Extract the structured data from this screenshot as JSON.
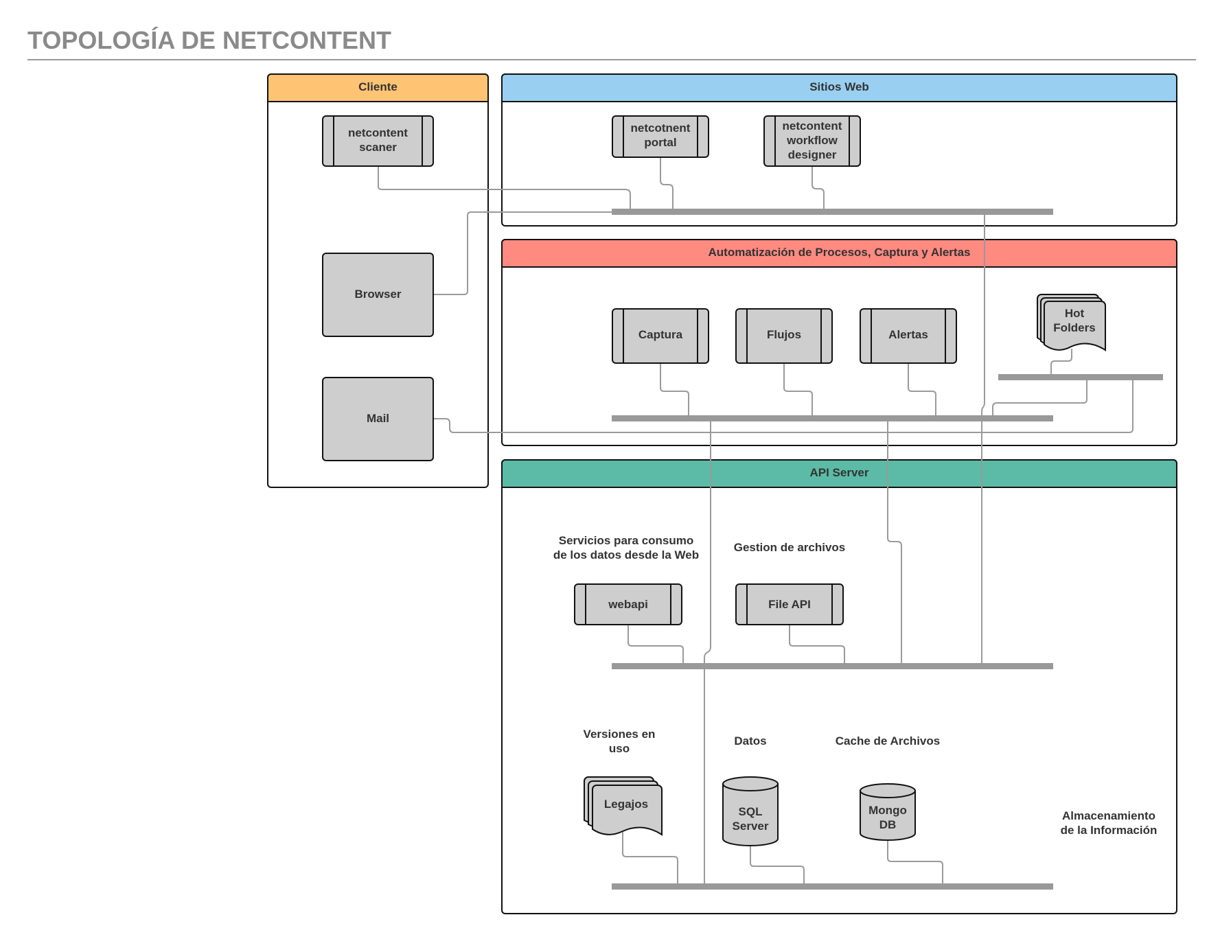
{
  "title": "TOPOLOGÍA DE NETCONTENT",
  "colors": {
    "cliente": "#FFC374",
    "sitios_web": "#99D0F2",
    "automatizacion": "#FF8A80",
    "api_server": "#5BBBA7",
    "component_fill": "#CECECE",
    "bus": "#999999",
    "connector": "#9A9A9A",
    "title": "#8A8A8A"
  },
  "groups": {
    "cliente": "Cliente",
    "sitios_web": "Sitios Web",
    "automatizacion": "Automatización de Procesos, Captura y Alertas",
    "api_server": "API Server"
  },
  "components": {
    "scaner": [
      "netcontent",
      "scaner"
    ],
    "browser": [
      "Browser"
    ],
    "mail": [
      "Mail"
    ],
    "portal": [
      "netcotnent",
      "portal"
    ],
    "workflow": [
      "netcontent",
      "workflow",
      "designer"
    ],
    "captura": [
      "Captura"
    ],
    "flujos": [
      "Flujos"
    ],
    "alertas": [
      "Alertas"
    ],
    "hot_folders": [
      "Hot",
      "Folders"
    ],
    "webapi": [
      "webapi"
    ],
    "file_api": [
      "File API"
    ],
    "legajos": [
      "Legajos"
    ],
    "sql_server": [
      "SQL",
      "Server"
    ],
    "mongo_db": [
      "Mongo",
      "DB"
    ]
  },
  "notes": {
    "servicios": [
      "Servicios para consumo",
      "de los datos desde la Web"
    ],
    "gestion": [
      "Gestion de archivos"
    ],
    "versiones": [
      "Versiones en",
      "uso"
    ],
    "datos": [
      "Datos"
    ],
    "cache": [
      "Cache de Archivos"
    ],
    "almacenamiento": [
      "Almacenamiento",
      "de la Información"
    ]
  }
}
